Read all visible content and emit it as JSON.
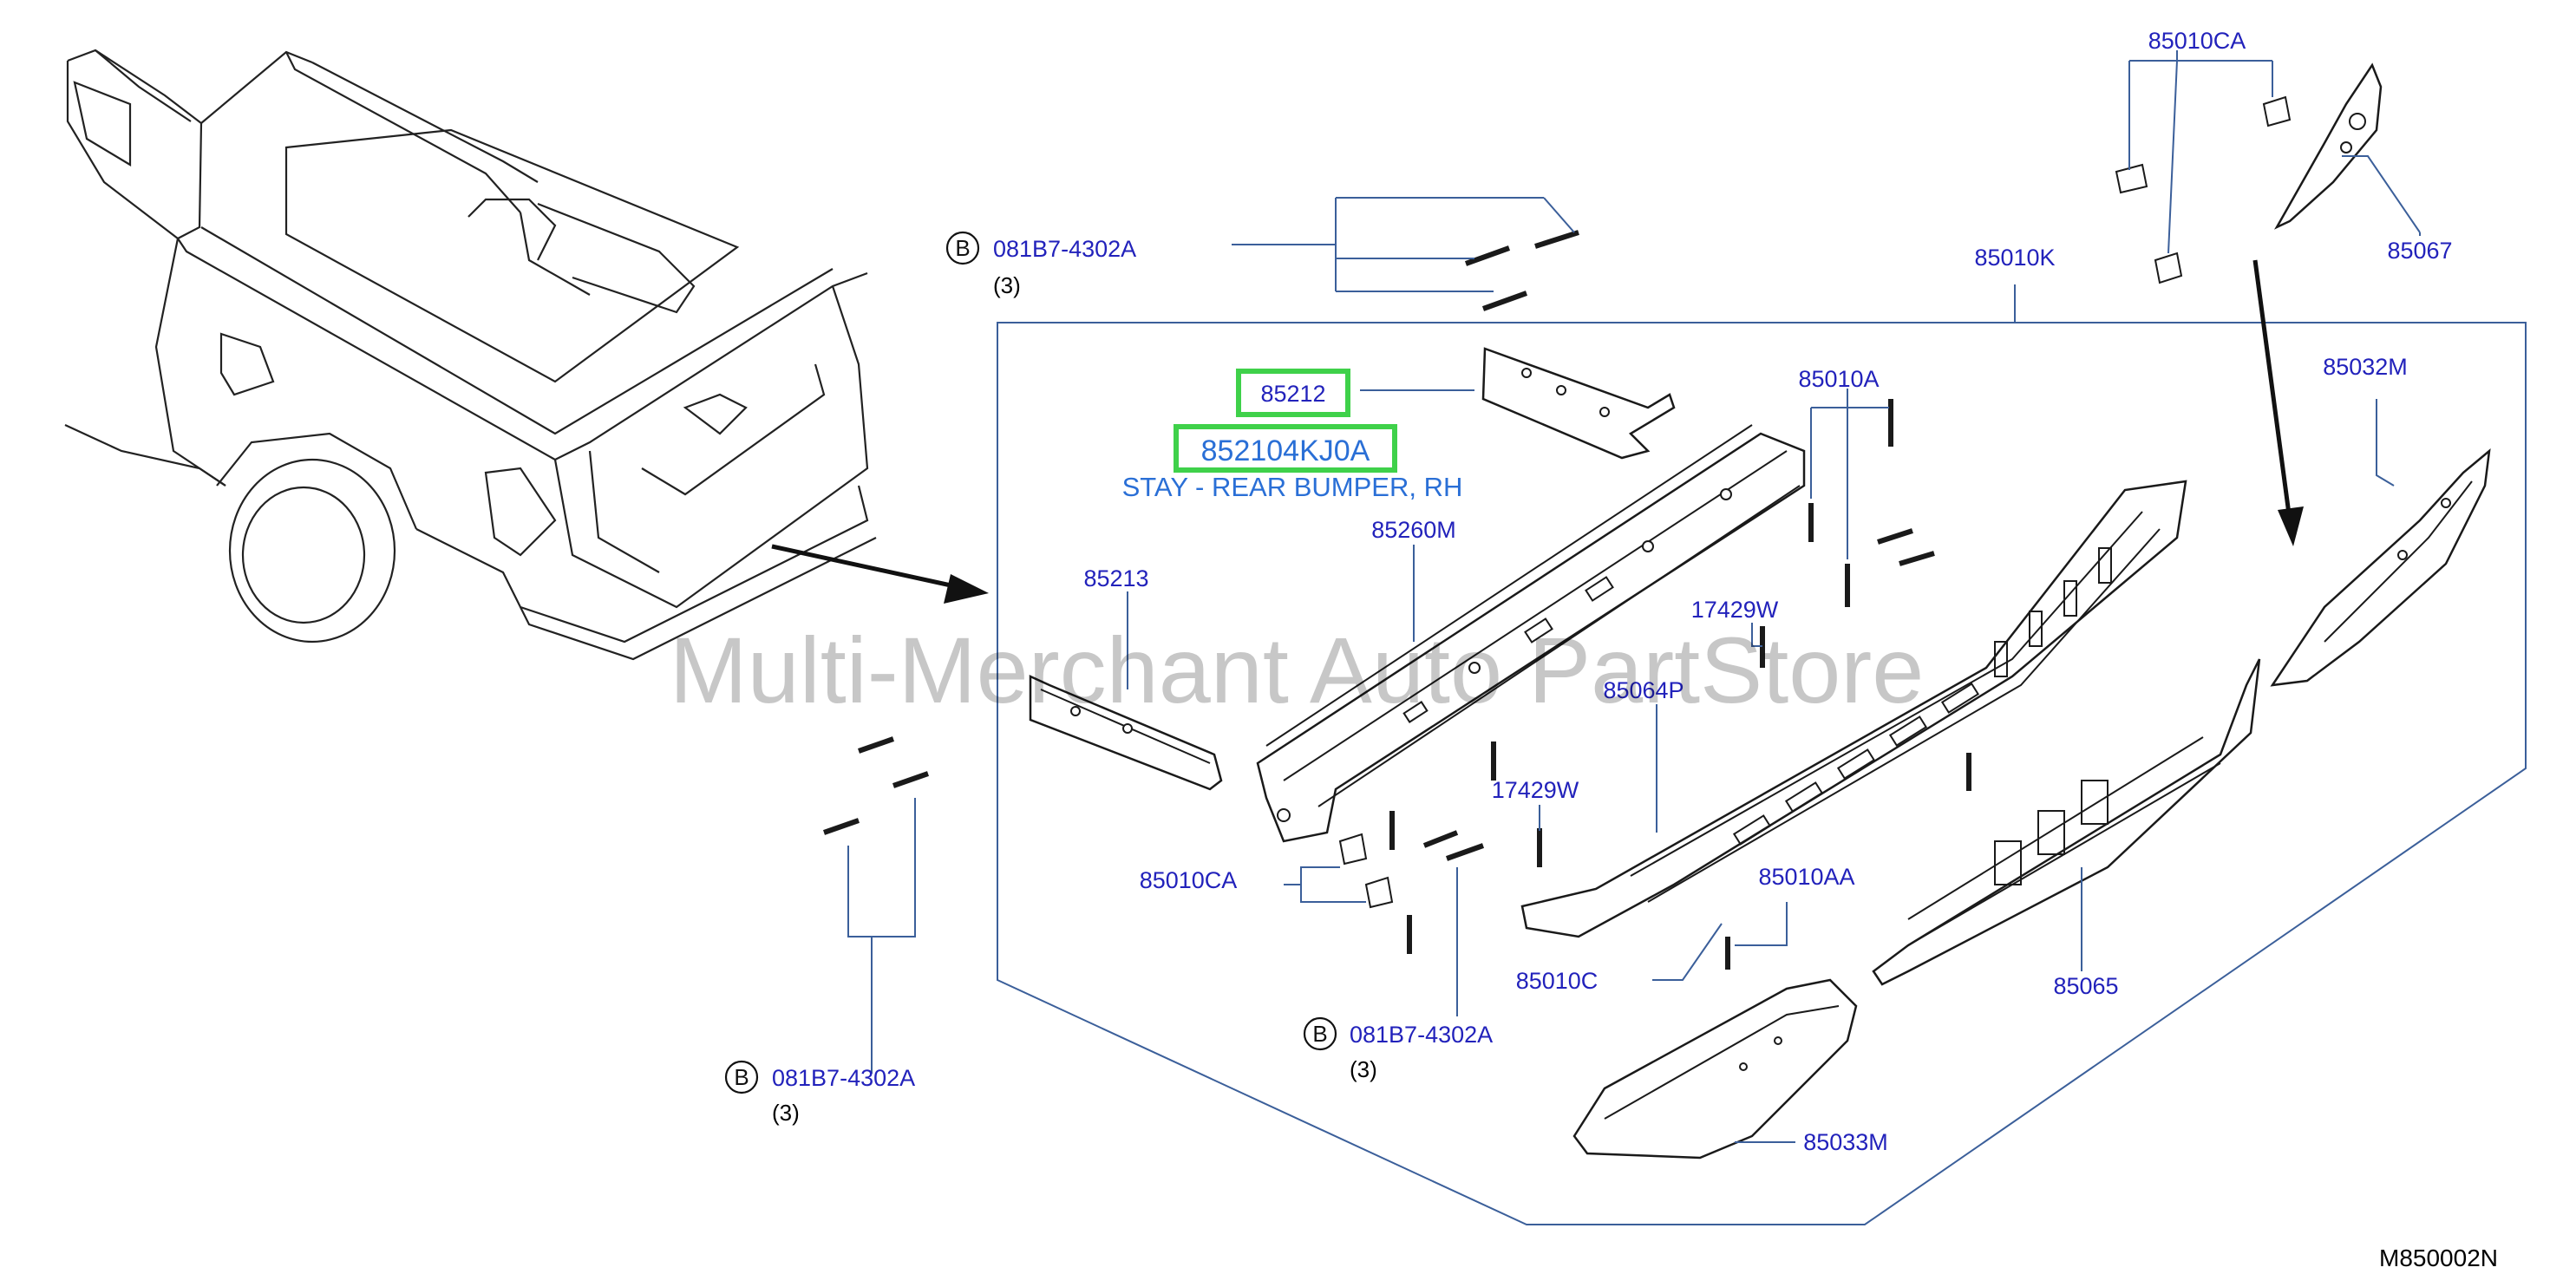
{
  "diagram": {
    "figure_code": "M850002N",
    "watermark": "Multi-Merchant Auto PartStore",
    "highlight": {
      "stay_part": "85212",
      "part_number": "852104KJ0A",
      "description": "STAY - REAR BUMPER, RH",
      "color": "#3fd14a"
    },
    "callouts": {
      "p85010CA_top": "85010CA",
      "p85067": "85067",
      "p85010K": "85010K",
      "p85032M": "85032M",
      "p85010A": "85010A",
      "p85260M": "85260M",
      "p85213": "85213",
      "p17429W_a": "17429W",
      "p85064P": "85064P",
      "p17429W_b": "17429W",
      "p85010CA_mid": "85010CA",
      "p85010AA": "85010AA",
      "p85010C": "85010C",
      "p85065": "85065",
      "p85033M": "85033M"
    },
    "bolt_refs": [
      {
        "symbol": "B",
        "part": "081B7-4302A",
        "qty": "(3)"
      },
      {
        "symbol": "B",
        "part": "081B7-4302A",
        "qty": "(3)"
      },
      {
        "symbol": "B",
        "part": "081B7-4302A",
        "qty": "(3)"
      }
    ],
    "colors": {
      "label": "#2222bb",
      "leader": "#3b5f9a",
      "highlight_text": "#2a6fd6"
    }
  }
}
